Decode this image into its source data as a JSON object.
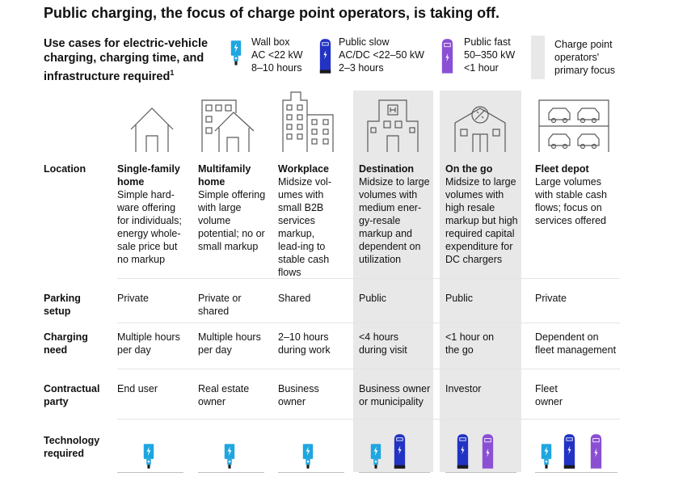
{
  "title": "Public charging, the focus of charge point operators, is taking off.",
  "subtitle": {
    "text": "Use cases for electric-vehicle charging, charging time, and infrastructure required",
    "footnote_marker": "1"
  },
  "legend": {
    "wall_box": "Wall box\nAC <22 kW\n8–10 hours",
    "public_slow": "Public slow\nAC/DC <22–50 kW\n2–3 hours",
    "public_fast": "Public fast\n50–350 kW\n<1 hour",
    "focus": "Charge point\noperators'\nprimary focus"
  },
  "row_labels": {
    "location": "Location",
    "parking": "Parking setup",
    "charging": "Charging need",
    "contract": "Contractual party",
    "technology": "Technology required"
  },
  "columns": [
    {
      "name": "Single-family home",
      "desc": "Simple hard-ware offering for individuals; energy whole-sale price but no markup",
      "parking": "Private",
      "charging": "Multiple hours per day",
      "contract": "End user"
    },
    {
      "name": "Multifamily home",
      "desc": "Simple offering with large volume potential; no or small markup",
      "parking": "Private or shared",
      "charging": "Multiple hours per day",
      "contract": "Real estate owner"
    },
    {
      "name": "Workplace",
      "desc": "Midsize vol-umes with small B2B services markup, lead-ing to stable cash flows",
      "parking": "Shared",
      "charging": "2–10 hours during work",
      "contract": "Business owner"
    },
    {
      "name": "Destination",
      "desc": "Midsize to large volumes with medium ener-gy-resale markup and dependent on utilization",
      "parking": "Public",
      "charging": "<4 hours during visit",
      "contract": "Business owner or municipality"
    },
    {
      "name": "On the go",
      "desc": "Midsize to large volumes with high resale markup but high required capital expenditure for DC chargers",
      "parking": "Public",
      "charging": "<1 hour on the go",
      "contract": "Investor"
    },
    {
      "name": "Fleet depot",
      "desc": "Large volumes with stable cash flows; focus on services offered",
      "parking": "Private",
      "charging": "Dependent on fleet management",
      "contract": "Fleet owner"
    }
  ],
  "colors": {
    "wall_box": "#1fa6e0",
    "public_slow": "#2233c4",
    "public_fast": "#8b4fd4",
    "focus_shade": "#e8e8e8"
  },
  "icons": {
    "wall_box": "wall-box-charger-icon",
    "public_slow": "public-slow-charger-icon",
    "public_fast": "public-fast-charger-icon"
  }
}
